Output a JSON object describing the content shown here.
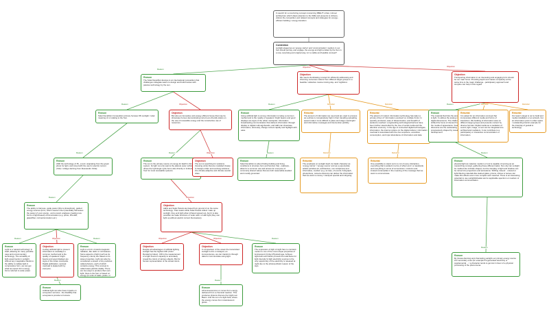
{
  "nodes": {
    "question": {
      "title": "",
      "text": "In search for a convincing concept concerning SBEUT: urban, indi-ser architecture which draws attention to the SDE and presents to citizens, visitors the competition and related concepts and strategies for energy-efficient building / energy transition"
    },
    "contention": {
      "title": "Contention",
      "text": "sunlight-staged as an 'energy carrier' and 'communication' medium in our hub should portray, and engage, the energy and light emitted by the Sun in a new, surprising and original way, is it a viable and feasible concept?"
    },
    "r_sde": {
      "title": "Reason",
      "text": "The Solar Decathlon Europe is an international competition that challenges collegiate teams to design and build houses with passive technology by the sun."
    },
    "o_many": {
      "title": "Objection",
      "text": "We need a fundraising concept for efficiently addressing and informing numerous visitors from different target groups in a feasible / attractive manner during day- and 'nighttime'."
    },
    "o_tran": {
      "title": "Objection",
      "text": "Transporting information in an interesting and engaging form should be our main focus. Providing depth and mature complexity at the same time is the major challenge - participatory approach and storyline can help in this regard."
    },
    "r_comp": {
      "title": "Reason",
      "text": "Solar Decathlon Competition primary focuses ON sunlight / solar meaning of or relating to the Sun."
    },
    "o_innov": {
      "title": "Objection",
      "text": "But also an innovative and energy efficient house that may be showcase homes demonstrating current eco-friendly status on the use of renewable energy and the constructive use of resources."
    },
    "r_art": {
      "title": "Reason",
      "text": "Using artificial light to convey information is today a common method and is the 'quality of speakers' bright beams and good displays are signs of the urban metropolis. Information broadcasting communication that delivers information through display or digital multi-signboards, and LED can showcase information, obviously, change content rapidly and highlight with ease."
    },
    "rb_amt": {
      "title": "Rebuttal",
      "text": "The amount of information we need and are used to process as a whole is comparatively high in their travelling spreading speed make it more difficult to place and stage meaningful and informative messages and intervention publicly."
    },
    "rb_sol": {
      "title": "Rebuttal",
      "text": "The advent of modern information technology has taken a primary driver of 'information overload' on multiple fronts: In quantity produced, ease of dissemination, and breadth of audience reached. Longstanding technological barriers have been further steamrolled by the rise of social media and the attention economy. In the age of connected digital technologies, information, the internet culture (or the digital culture), information overload is associated with the over-exposure, excessive consumption, and input abundance of information and data."
    },
    "r_mat": {
      "title": "Reason",
      "text": "The material that links the analog and the digital sphere is light. It outlines the analog visual scapes as well as digital dimensions. The challenges of the digitalization shifted the focus of interest from the body material to the media of appearance. Featured in the current discourse are the outstanding qualities of light that are progressively shaped by research and technological development."
    },
    "rb_solved": {
      "title": "Rebuttal",
      "text": "It is asked for an information concept that incorporates different media and forms of interaction. We building of information area on different target groups and presents content by diverse formats. Digital media as a mediation of sound, light, image, or text can be integrated into architectural mediators. It can contribute to a participatory or interactive communication of information."
    },
    "rb_roof": {
      "title": "Rebuttal",
      "text": "Our team's target is not to build and media installation or an artwork, but an information point in urban space / outstanding futurist example for the interplay of gestalt & technology."
    },
    "r_nbd": {
      "title": "Reason",
      "text": "AND the technology of PL, a term originating from the greek photo for light, and mixed with the use for electric current (Volt) / voltage deriving from Alessandro Volta)."
    },
    "r_sun": {
      "title": "Reason",
      "text": "The sun is the primary source of energy for Earth's climate system. Its light not only warms the planets outer surface and drives the hydrologic cycle but is also directly or indirectly the 'fuel' for most renewable systems."
    },
    "o_gim": {
      "title": "Objection",
      "text": "The sun is searching for solutions (housing units) that are modelled closely to biotope urban and evolving solutions into climate-adaptive and climate-neutral cities."
    },
    "r_tcl": {
      "title": "Reason",
      "text": "Solar Decathlon is about finding building and living conditions in structure form and function that - relatively - allow for a common use and access for everyone of commonly shared values that are both reasonable-levelled and morally grounded."
    },
    "rb_emph": {
      "title": "Rebuttal",
      "text": "The emphasis on sunlight itself, its triadic character as 'energy carrier' / 'energy source' and as a experiential, artistic (window art, architecture, sun sculptures) and informative, medium (e.g. at case, of events; holograph, photophone, camera obscura) can deliver the information that we want to convey / transport special and intriguing."
    },
    "rb_comp": {
      "title": "Rebuttal",
      "text": "One possibility to stand out is to cut of every distraction, everything that is added in terms of effect and / or standards and everything in terms of conventions / customs and instead contemplate in the meaning of the message that we want to communicate."
    },
    "r_vis": {
      "title": "Reason",
      "text": "physical light as material, medium or tool is capable of serving as an overarching concept, gathering these different tasks. Not only can sunlight be molded into intricate shapes, but the interplay of light and shadow can be turned into projections and animations. Shifting 'streets' - colored or light-filtering materials like stained glass, prisms, shines or lenses can make this effects even more complex and nuanced. There is an interesting potential to use sunlight/shadow and to applicable spectrum or medium of information communication."
    },
    "r_photon": {
      "title": "Reason",
      "text": "The ability to harness, guide power (this is photophoto), guided energy sources (form, which means it then potentially harnesses the power of your energy - and a result, analyses creating new forms of light-based) communication (e.g. photo, Rh-LED, glass/fiber, microprismmation etc.)"
    },
    "o_solid": {
      "title": "Objection",
      "text": "LEDs and Solar Panels are based from ground of on the same technology. That means while Solar Panels collect / take up sunlight, they emit light when infrared spread out. And it is also possible via make functions of 'solar cells' or LED light (they can light up without electric current themselves)."
    },
    "r_bycle": {
      "title": "Reason",
      "text": "By (Grass-Fanning and channeling sunlight our primary energy source into secondary ones (for example PV-generated electricity or supplemental ... / a character tends to get lost in favor of a physical processing of the phenomena."
    },
    "r_light": {
      "title": "Reason",
      "text": "Light is a 'natural technology' in itself, allowing for many possible uses and uncommentary technology. The versatility of light experiments in sunlight without any imaginable thanks to the ability to radiate light in compressive form, we can get what we expect form energy forms referred to solar power."
    },
    "o_conv": {
      "title": "Objection",
      "text": "Coding artificial light to present information is nowadays a common method and is the quality of speakers' bright beams and good displays are signs of the urban metropolis. Digital publication, sensual overload is dealed with by everyone."
    },
    "r_form": {
      "title": "Reason",
      "text": "Light is a form of electromagnetic radiation, like radio or microwaves. Some aspects of light (such as its frequency colors) are based on its wave properties. Light can also be considered a stream of tiny particles called photons, each of which contains energy. This concept is called wave-particle duality. There are two ways to produce their own light: there is the Sun or based on energy (in units of watts, joules, or calories, and the other is based on the number of photons."
    },
    "o_dsel": {
      "title": "Objection",
      "text": "Despite all advantages of artificial lighting sunlight has the highest CRI (Color Rendering Index). CRI is the measurement of a light source's capacity to accurately reveal the colors of various objects. But for human representation of the actual colors."
    },
    "o_comp": {
      "title": "Objection",
      "text": "In comparison of the ocean the transmitted sunlight is dim or delayed, an inconvenience, we can transform through data for communicate using light."
    },
    "r_expr": {
      "title": "Reason",
      "text": "The expression of light of sight has no constant motion to one of the most unique properties of luminescent (Cyber-Physical) age. Achieve tight-built sunit within process the total flame for light intensity! A light electricity sources is the only opportunity of the electricity is released at night due to the photosynthetic reason of the sign."
    },
    "r_artint": {
      "title": "Reason",
      "text": "Artificial light can also have impacts on ecosystem services - the disability that ecosystems provide to humans."
    },
    "r_phos": {
      "title": "Reason",
      "text": "All luminescences or comes from energy delivered from a chemical reaction. This produces photons that are the bright sun Beam. And the sun of a light bulb, where the energy comes from incandescent glows."
    }
  },
  "relations": {
    "support": "Reason",
    "oppose": "Objection",
    "rebut": "Rebuttal"
  }
}
